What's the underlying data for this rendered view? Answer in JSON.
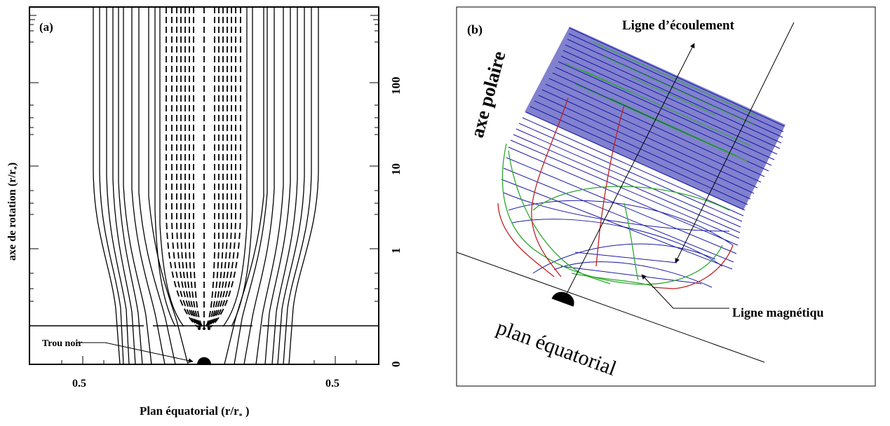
{
  "panel_a": {
    "label": "(a)",
    "ylabel": "axe de rotation (r/r",
    "ylabel_sub": "*",
    "ylabel_close": ")",
    "xlabel": "Plan équatorial (r/r",
    "xlabel_sub": "*",
    "xlabel_close": " )",
    "x_ticks": [
      "0.5",
      "0.5"
    ],
    "y_ticks": [
      "0",
      "1",
      "10",
      "100"
    ],
    "annotation": "Trou noir"
  },
  "panel_b": {
    "label": "(b)",
    "axis_label": "axe polaire",
    "plane_label": "plan équatorial",
    "flow_line_label": "Ligne d’écoulement",
    "magnetic_line_label": "Ligne magnétiqu"
  },
  "colors": {
    "field_lines": "#000000",
    "wind_lines": "#1a1aa8",
    "green_lines": "#2ea82e",
    "red_lines": "#c02020"
  }
}
